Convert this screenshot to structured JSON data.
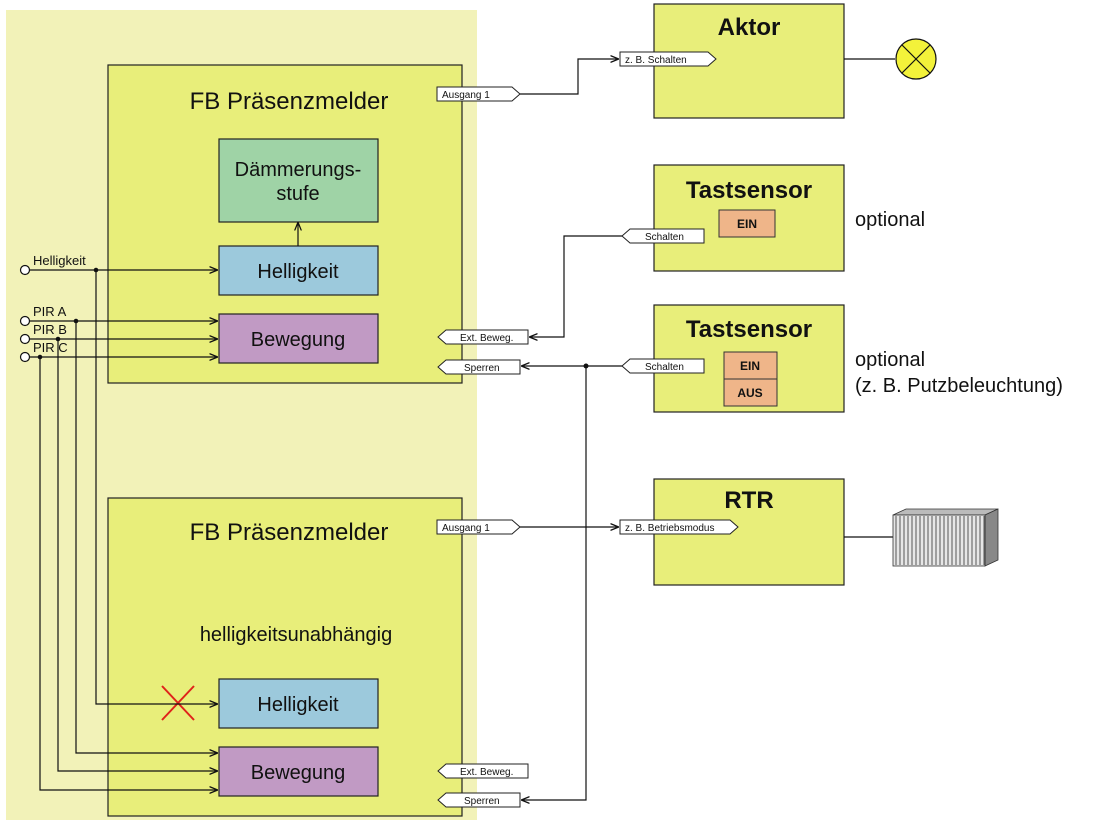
{
  "fb_top": {
    "title": "FB Präsenzmelder",
    "daemmerung": [
      "Dämmerungs-",
      "stufe"
    ],
    "helligkeit": "Helligkeit",
    "bewegung": "Bewegung",
    "out_ausgang": "Ausgang 1",
    "in_ext": "Ext. Beweg.",
    "in_sperren": "Sperren"
  },
  "fb_bottom": {
    "title": "FB Präsenzmelder",
    "note": "helligkeitsunabhängig",
    "helligkeit": "Helligkeit",
    "bewegung": "Bewegung",
    "out_ausgang": "Ausgang 1",
    "in_ext": "Ext. Beweg.",
    "in_sperren": "Sperren"
  },
  "inputs": {
    "helligkeit": "Helligkeit",
    "pir_a": "PIR A",
    "pir_b": "PIR B",
    "pir_c": "PIR C"
  },
  "aktor": {
    "title": "Aktor",
    "in": "z. B. Schalten",
    "load_icon": "lamp-icon"
  },
  "tastsensor1": {
    "title": "Tastsensor",
    "out": "Schalten",
    "button": "EIN",
    "note": "optional"
  },
  "tastsensor2": {
    "title": "Tastsensor",
    "out": "Schalten",
    "buttons": [
      "EIN",
      "AUS"
    ],
    "note": [
      "optional",
      "(z. B. Putzbeleuchtung)"
    ]
  },
  "rtr": {
    "title": "RTR",
    "in": "z. B. Betriebsmodus",
    "load_icon": "radiator-icon"
  },
  "colors": {
    "background_zone": "#f2f2b8",
    "device_fill": "#e8ee7a",
    "daemmerung_fill": "#9fd3a6",
    "helligkeit_fill": "#9cc9dc",
    "bewegung_fill": "#c19ac4",
    "button_fill": "#efb589",
    "cross": "#e0221a"
  }
}
